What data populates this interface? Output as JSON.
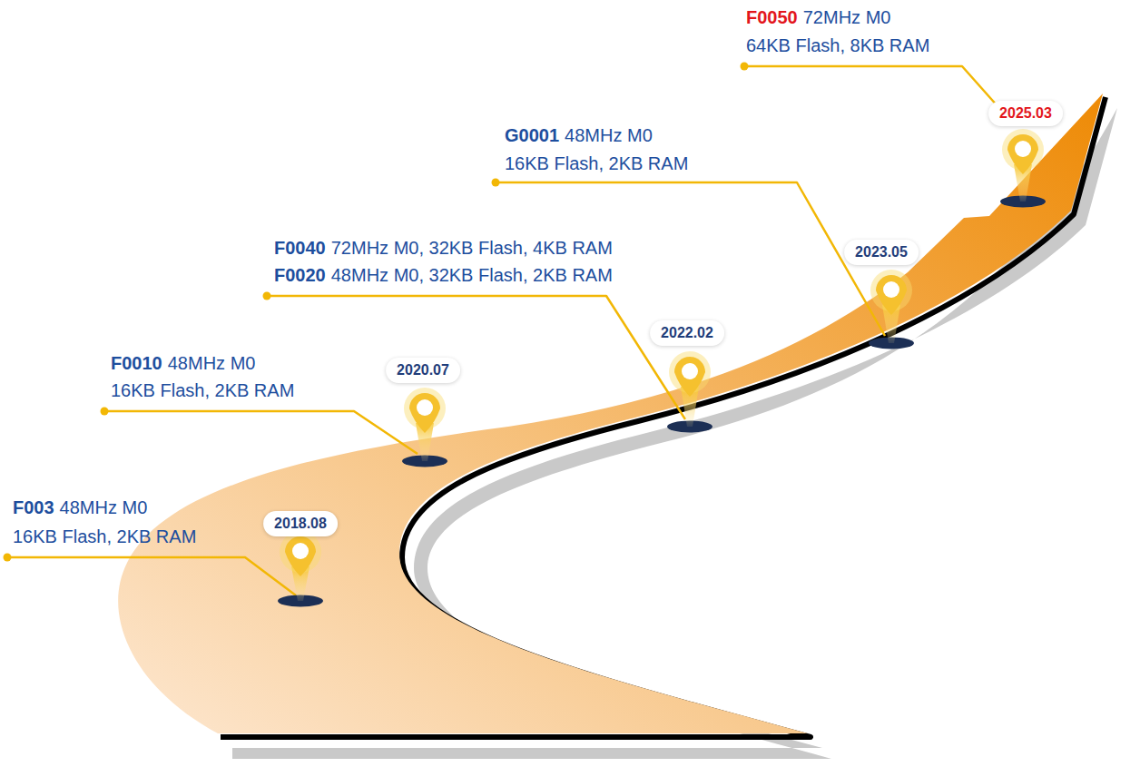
{
  "diagram": {
    "nodes": [
      {
        "text": [
          "2018.08"
        ]
      },
      {
        "text": [
          "2020.07"
        ]
      },
      {
        "text": [
          "2022.02"
        ]
      },
      {
        "text": [
          "2023.05"
        ]
      },
      {
        "text": [
          "2025.03"
        ]
      }
    ],
    "labels": [
      "F003",
      "48MHz M0",
      "16KB Flash, 2KB RAM",
      "F0010",
      "48MHz M0",
      "16KB Flash, 2KB RAM",
      "F0040",
      "72MHz M0, 32KB Flash, 4KB RAM",
      "F0020",
      "48MHz M0, 32KB Flash, 2KB RAM",
      "G0001",
      "48MHz M0",
      "16KB Flash, 2KB RAM",
      "F0050",
      "72MHz M0",
      "64KB Flash, 8KB RAM"
    ]
  }
}
